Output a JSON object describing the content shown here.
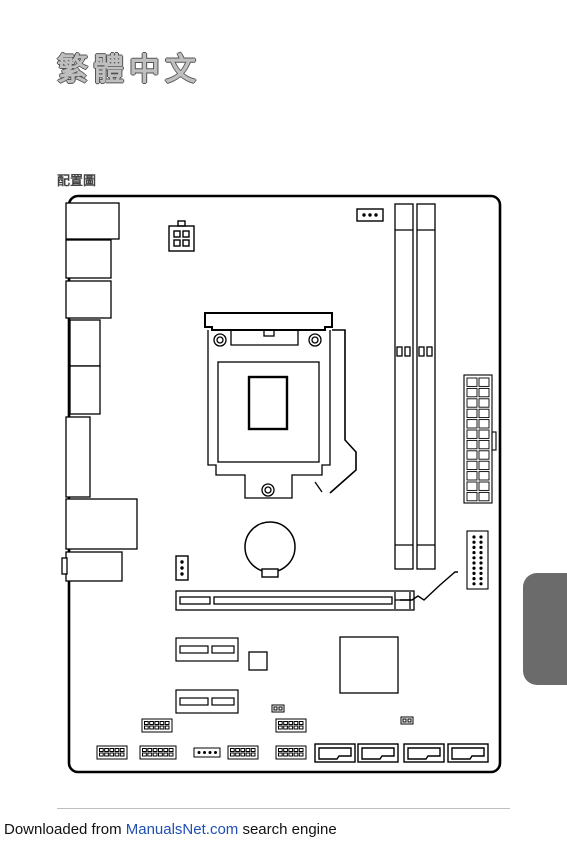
{
  "page": {
    "title": "繁體中文",
    "subtitle": "配置圖"
  },
  "footer": {
    "prefix": "Downloaded from ",
    "link_text": "ManualsNet.com",
    "suffix": " search engine"
  },
  "colors": {
    "side_tab": "#6b6b6b",
    "title_fill": "#bfbfbf",
    "link": "#1f4fb5"
  }
}
